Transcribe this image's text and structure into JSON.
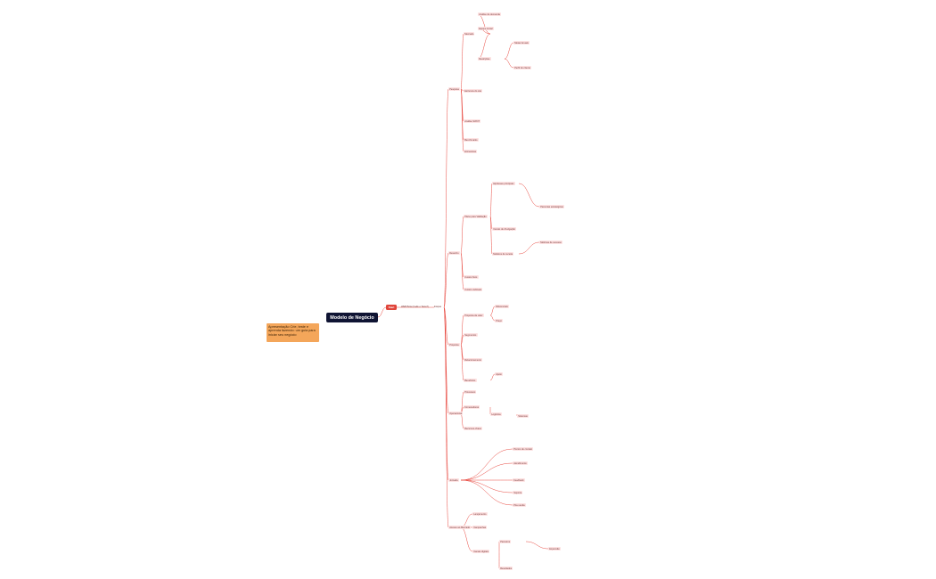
{
  "note": "Apresentação Crie, teste e aprenda fazendo: um guia para iniciar seu negócio",
  "root": "Modelo de Negócio",
  "tag": "Start",
  "tag_label": "WEB Bola (Cadê o Teste?)",
  "hub": "Etapas",
  "sections": {
    "s1": "Pesquisa",
    "s2": "Desenho",
    "s3": "Proposta",
    "s4": "Operacional",
    "s5": "Jornada",
    "s6": "Acesso ao Mercado"
  },
  "nodes": {
    "a1": "Mercado",
    "a2": "Estrutura do site",
    "a3": "Análise SWOT",
    "a4": "Benchmarks",
    "a5": "Entrevistas",
    "a6": "Análise de demanda",
    "a7": "Equipe inicial",
    "a8": "Restrições",
    "a9": "Metas Anuais",
    "a10": "Perfil do cliente",
    "b1": "Plano para Validação",
    "b2": "Hipóteses principais",
    "b3": "Canais de divulgação",
    "b4": "Modelos de receita",
    "b5": "Custos fixos",
    "b6": "Custos variáveis",
    "b7": "Parcerias estratégicas",
    "b8": "Métricas de sucesso",
    "c1": "Proposta de valor",
    "c2": "Segmentos",
    "c3": "Relacionamento",
    "c4": "Benefícios",
    "c5": "Diferenciais",
    "c6": "Preço",
    "c7": "Apoio",
    "d1": "Processos",
    "d2": "Fornecedores",
    "d3": "Recursos-chave",
    "d4": "Logística",
    "d5": "Sistemas",
    "e1": "Pontos de contato",
    "e2": "Atendimento",
    "e3": "Feedback",
    "e4": "Suporte",
    "e5": "Pós-venda",
    "f1": "Lançamento",
    "f2": "Campanhas",
    "f3": "Canais digitais",
    "f4": "Parceiros",
    "f5": "Resultados",
    "f6": "Expansão"
  }
}
